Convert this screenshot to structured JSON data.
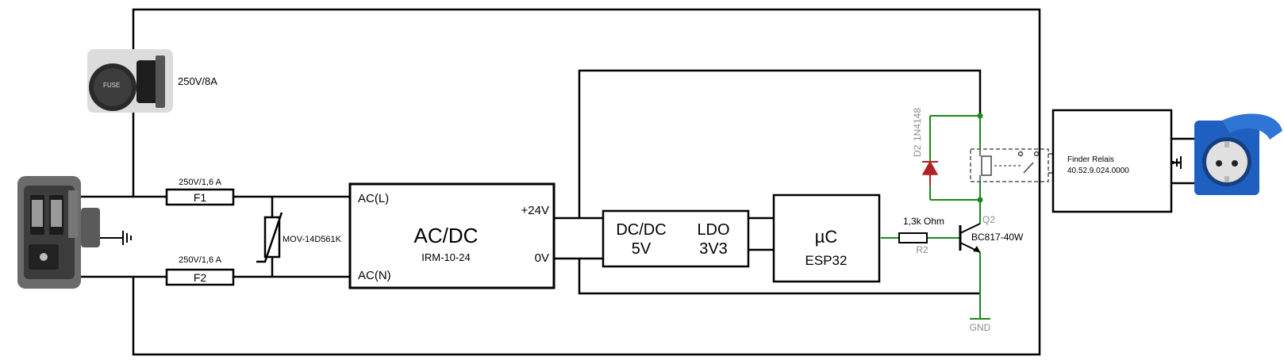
{
  "fuse_holder_rating": "250V/8A",
  "fuse_holder_cap_text": "FUSE",
  "fuses": [
    {
      "designator": "F1",
      "rating": "250V/1,6 A"
    },
    {
      "designator": "F2",
      "rating": "250V/1,6 A"
    }
  ],
  "varistor": {
    "label": "MOV-14D561K"
  },
  "psu": {
    "title": "AC/DC",
    "part": "IRM-10-24",
    "pin_l": "AC(L)",
    "pin_n": "AC(N)",
    "pin_pos": "+24V",
    "pin_gnd": "0V"
  },
  "dcdc": {
    "line1": "DC/DC",
    "line2": "5V"
  },
  "ldo": {
    "line1": "LDO",
    "line2": "3V3"
  },
  "mcu": {
    "line1": "µC",
    "line2": "ESP32"
  },
  "resistor": {
    "value": "1,3k Ohm",
    "designator": "R2"
  },
  "transistor": {
    "designator": "Q2",
    "part": "BC817-40W"
  },
  "diode": {
    "designator": "D2",
    "part": "1N4148"
  },
  "gnd_label": "GND",
  "relay": {
    "line1": "Finder Relais",
    "line2": "40.52.9.024.0000"
  },
  "colors": {
    "wire": "#000000",
    "wire_green": "#1a8a1a",
    "diode_red": "#b22222",
    "socket_blue": "#1f5fbf"
  }
}
